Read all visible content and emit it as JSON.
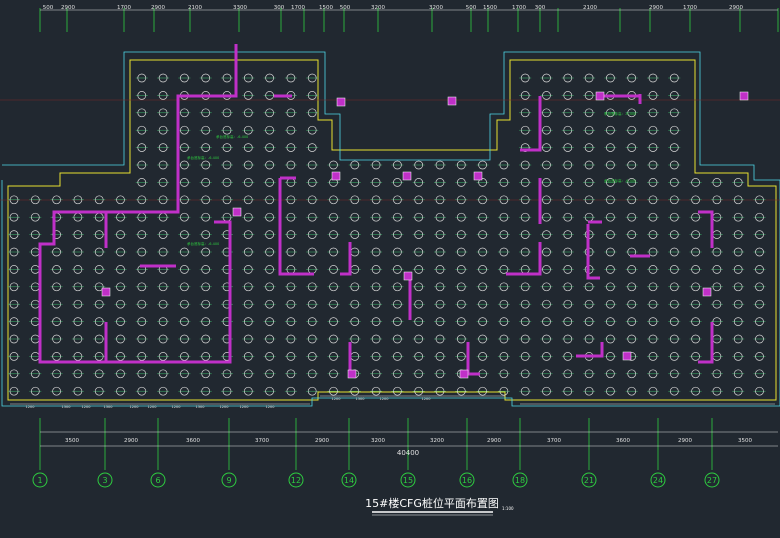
{
  "drawing": {
    "title": "15#楼CFG桩位平面布置图",
    "scale": "1:100",
    "total_dimension": "40400",
    "top_dimensions": [
      "500",
      "2900",
      "1700",
      "2900",
      "2100",
      "3300",
      "300",
      "1700",
      "1500",
      "500",
      "3200",
      "3200",
      "500",
      "1500",
      "1700",
      "300",
      "2100",
      "2900",
      "1700",
      "2900"
    ],
    "bottom_dimensions": [
      "3500",
      "2900",
      "3600",
      "3700",
      "2900",
      "3200",
      "3200",
      "2900",
      "3700",
      "3600",
      "2900",
      "3500"
    ],
    "axis_labels": [
      "1",
      "3",
      "6",
      "9",
      "12",
      "14",
      "15",
      "16",
      "18",
      "21",
      "24",
      "27"
    ],
    "area_labels": [
      "承台底标高：-6.400",
      "承台底标高：-6.400",
      "承台底标高：-6.400",
      "承台底标高：-6.400",
      "承台底标高：-6.400"
    ],
    "pile_spacing_labels": [
      "1200",
      "1300",
      "1200",
      "1300",
      "1200",
      "1200",
      "1200",
      "1300",
      "1200",
      "1200",
      "1200",
      "1200",
      "1300",
      "1200",
      "1200"
    ],
    "colors": {
      "background": "#212830",
      "pile": "#d8d8d8",
      "pile_axis": "#3fbf6f",
      "grid_line": "#2ecc40",
      "outline_yellow": "#e8e030",
      "outline_cyan": "#4fd8e8",
      "wall": "#c030c8",
      "column": "#c030c8",
      "dimension": "#e0e0e0"
    }
  }
}
